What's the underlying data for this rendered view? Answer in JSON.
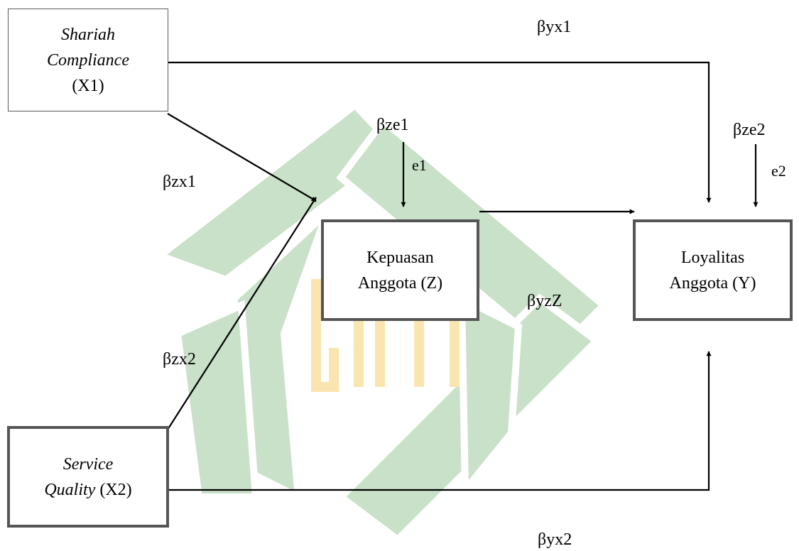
{
  "colors": {
    "watermark": "#c9e1c8",
    "watermark_text": "#fae5b0",
    "line": "#000000",
    "box_thick": "#555555",
    "box_thin": "#5a5a5a"
  },
  "nodes": {
    "x1": {
      "line1": "Shariah",
      "line2": "Compliance",
      "line3": "(X1)"
    },
    "x2": {
      "line1": "Service",
      "line2_italic": "Quality",
      "line2_rest": " (X2)"
    },
    "z": {
      "line1": "Kepuasan",
      "line2": "Anggota (Z)"
    },
    "y": {
      "line1": "Loyalitas",
      "line2": "Anggota (Y)"
    }
  },
  "paths": {
    "byx1": "βyx1",
    "bzx1": "βzx1",
    "bzx2": "βzx2",
    "byzZ": "βyzZ",
    "byx2": "βyx2",
    "bze1": "βze1",
    "bze2": "βze2",
    "e1": "e1",
    "e2": "e2"
  }
}
